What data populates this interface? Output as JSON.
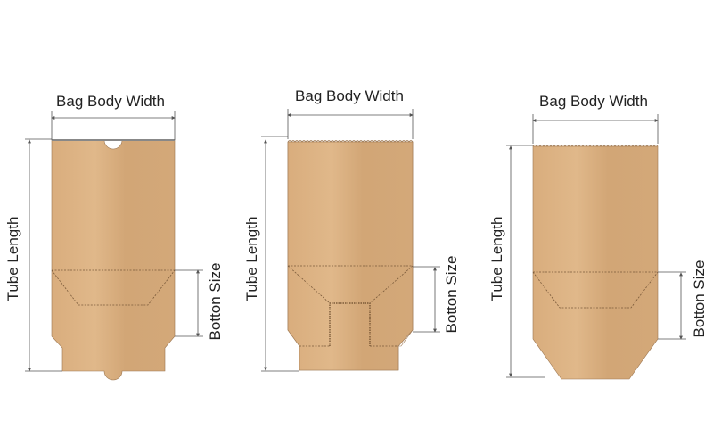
{
  "labels": {
    "width": "Bag Body Width",
    "length": "Tube Length",
    "bottom": "Botton Size"
  },
  "bags": [
    {
      "name": "bag-with-notches"
    },
    {
      "name": "bag-with-serrated-edges"
    },
    {
      "name": "bag-with-flat-bottom"
    }
  ],
  "colors": {
    "kraft_light": "#deb587",
    "kraft_dark": "#cfa474",
    "line": "#555555"
  }
}
